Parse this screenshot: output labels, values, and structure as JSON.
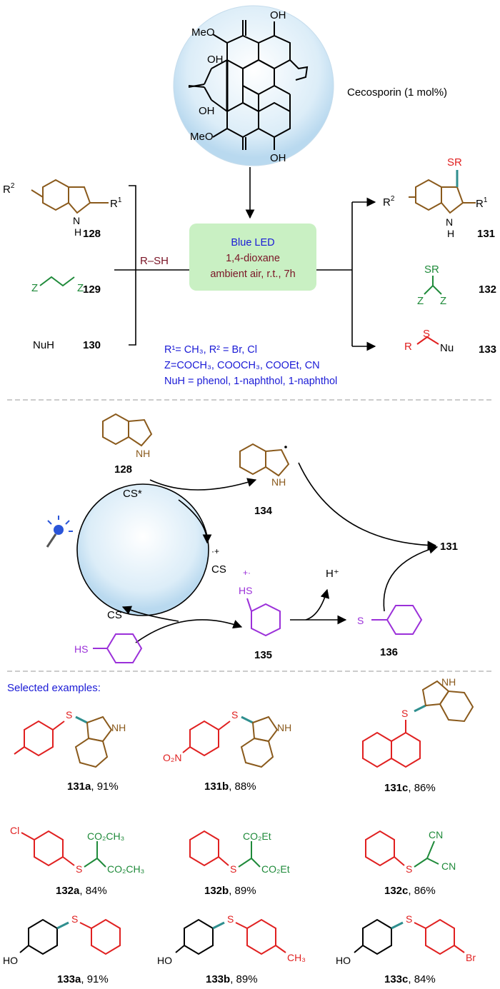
{
  "catalyst": {
    "name": "Cecosporin (1 mol%)",
    "labels": [
      "MeO",
      "OH",
      "OH",
      "OH",
      "MeO",
      "OH"
    ]
  },
  "reaction": {
    "conditions": [
      "Blue LED",
      "1,4-dioxane",
      "ambient air, r.t., 7h"
    ],
    "reagent": "R–SH",
    "reactants": [
      {
        "id": "128",
        "subst": [
          "R",
          "2",
          "R",
          "1"
        ],
        "nh": "N",
        "h": "H"
      },
      {
        "id": "129",
        "formula": "Z",
        "formula2": "Z"
      },
      {
        "id": "130",
        "formula": "NuH"
      }
    ],
    "products": [
      {
        "id": "131",
        "sr": "SR",
        "subst": [
          "R",
          "2",
          "R",
          "1"
        ],
        "nh": "N",
        "h": "H"
      },
      {
        "id": "132",
        "sr": "SR",
        "z": "Z"
      },
      {
        "id": "133",
        "r": "R",
        "s": "S",
        "nu": "Nu"
      }
    ],
    "scope": [
      "R¹= CH₃, R² = Br, Cl",
      "Z=COCH₃, COOCH₃, COOEt, CN",
      "NuH = phenol, 1-naphthol, 1-naphthol"
    ]
  },
  "mechanism": {
    "species": {
      "s128": "128",
      "s134": "134",
      "s131": "131",
      "s135": "135",
      "s136": "136",
      "cs_excited": "CS*",
      "cs_radical_cation": "CS",
      "cs": "CS",
      "h_plus": "H⁺",
      "thiol": "HS",
      "hs_radical": "HS",
      "s_radical": "S"
    }
  },
  "examples": {
    "heading": "Selected examples:",
    "items": [
      {
        "id": "131a",
        "yield": ", 91%"
      },
      {
        "id": "131b",
        "yield": ", 88%"
      },
      {
        "id": "131c",
        "yield": ", 86%"
      },
      {
        "id": "132a",
        "yield": ", 84%"
      },
      {
        "id": "132b",
        "yield": ", 89%"
      },
      {
        "id": "132c",
        "yield": ", 86%"
      },
      {
        "id": "133a",
        "yield": ", 91%"
      },
      {
        "id": "133b",
        "yield": ", 89%"
      },
      {
        "id": "133c",
        "yield": ", 84%"
      }
    ],
    "atoms": {
      "nh": "NH",
      "s": "S",
      "no2": "O₂N",
      "cl": "Cl",
      "ho": "HO",
      "br": "Br",
      "ch3": "CH₃",
      "co2ch3": "CO₂CH₃",
      "co2et": "CO₂Et",
      "cn": "CN"
    }
  },
  "colors": {
    "brown": "#8a5a1c",
    "red": "#e02020",
    "green": "#1f8a3a",
    "purple": "#9b30d9",
    "blue": "#1a1ad6",
    "maroon": "#7a1426",
    "box": "#c9f0c3"
  }
}
